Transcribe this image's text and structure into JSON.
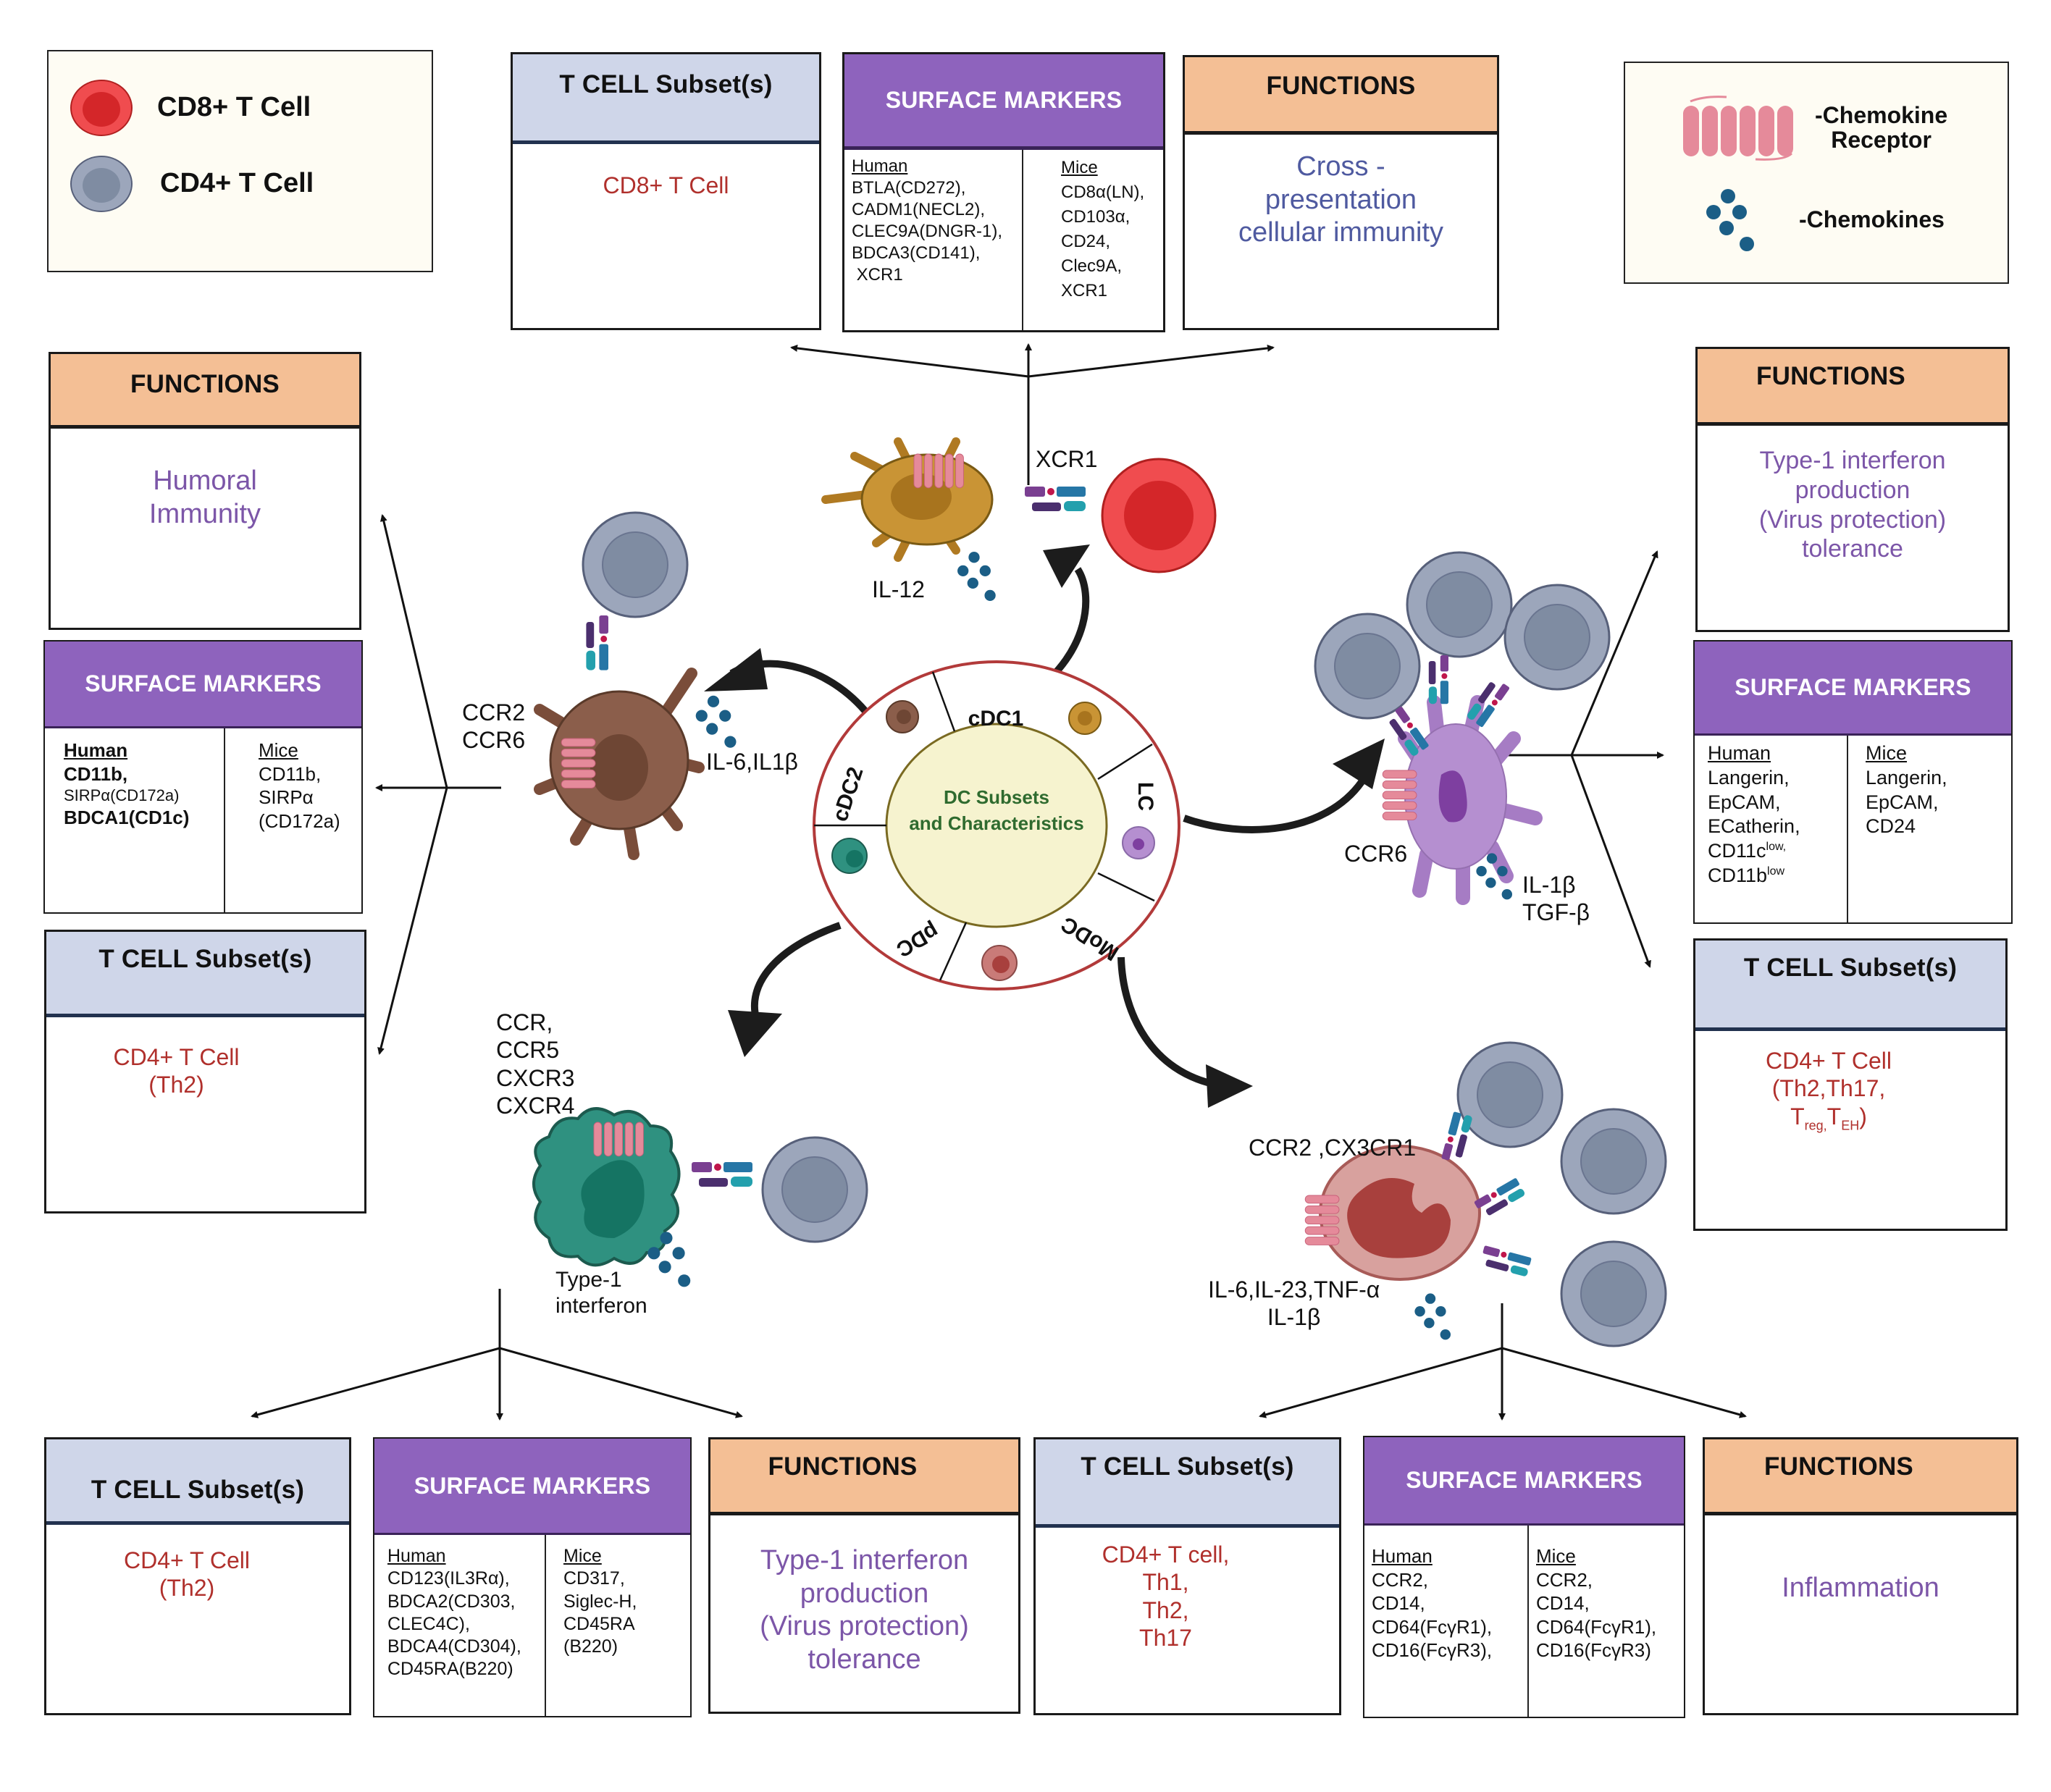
{
  "legend_tcells": {
    "items": [
      {
        "label": "CD8+ T Cell",
        "icon": "cd8-t-cell-icon",
        "color": "#f04c4f"
      },
      {
        "label": "CD4+ T Cell",
        "icon": "cd4-t-cell-icon",
        "color": "#9aa5bb"
      }
    ]
  },
  "legend_chemokines": {
    "items": [
      {
        "label": "-Chemokine\nReceptor",
        "icon": "chemokine-receptor-icon",
        "color": "#e58a9a"
      },
      {
        "label": "-Chemokines",
        "icon": "chemokine-dots-icon",
        "color": "#1b5e86"
      }
    ]
  },
  "headers": {
    "tcell": "T CELL Subset(s)",
    "surface_markers": "SURFACE MARKERS",
    "functions": "FUNCTIONS"
  },
  "center": {
    "title_line1": "DC Subsets",
    "title_line2": "and  Characteristics",
    "segments": [
      "cDC1",
      "LC",
      "MoDC",
      "pDC",
      "cDC2"
    ]
  },
  "subsets": {
    "cDC1": {
      "tcell": [
        "CD8+ T Cell"
      ],
      "markers": {
        "human_title": "Human",
        "human": [
          "BTLA(CD272),",
          "CADM1(NECL2),",
          "CLEC9A(DNGR-1),",
          "BDCA3(CD141),",
          " XCR1"
        ],
        "mice_title": "Mice",
        "mice": [
          "CD8α(LN),",
          "CD103α,",
          "CD24,",
          "Clec9A,",
          "XCR1"
        ]
      },
      "functions": [
        "Cross -",
        "presentation",
        "cellular immunity"
      ],
      "receptor_label": "XCR1",
      "cytokine_label": "IL-12"
    },
    "cDC2": {
      "tcell": [
        "CD4+ T Cell",
        "(Th2)"
      ],
      "markers": {
        "human_title": "Human",
        "human": [
          "CD11b,",
          "SIRPα(CD172a)",
          "BDCA1(CD1c)"
        ],
        "mice_title": "Mice",
        "mice": [
          "CD11b,",
          "SIRPα",
          "(CD172a)"
        ]
      },
      "functions": [
        "Humoral",
        "Immunity"
      ],
      "receptor_label": [
        "CCR2",
        "CCR6"
      ],
      "cytokine_label": "IL-6,IL1β"
    },
    "LC": {
      "tcell": [
        "CD4+ T Cell",
        "(Th2,Th17,"
      ],
      "tcell_sub": {
        "t1": "T",
        "s1": "reg,",
        "t2": "T",
        "s2": "EH",
        "end": ")"
      },
      "markers": {
        "human_title": "Human",
        "human": [
          "Langerin,",
          "EpCAM,",
          "ECatherin,",
          "CD11c",
          "CD11b"
        ],
        "human_sup": [
          "",
          "",
          "",
          "low,",
          "low"
        ],
        "mice_title": "Mice",
        "mice": [
          "Langerin,",
          "EpCAM,",
          "CD24"
        ]
      },
      "functions": [
        "Type-1 interferon",
        "production",
        "(Virus protection)",
        "tolerance"
      ],
      "receptor_label": "CCR6",
      "cytokine_label": [
        "IL-1β",
        "TGF-β"
      ]
    },
    "pDC": {
      "tcell": [
        "CD4+ T Cell",
        "(Th2)"
      ],
      "markers": {
        "human_title": "Human",
        "human": [
          "CD123(IL3Rα),",
          "BDCA2(CD303,",
          "CLEC4C),",
          "BDCA4(CD304),",
          "CD45RA(B220)"
        ],
        "mice_title": "Mice",
        "mice": [
          "CD317,",
          "Siglec-H,",
          "CD45RA",
          "(B220)"
        ]
      },
      "functions": [
        "Type-1 interferon",
        "production",
        "(Virus protection)",
        "tolerance"
      ],
      "receptor_label": [
        "CCR,",
        "CCR5",
        "CXCR3",
        "CXCR4"
      ],
      "cytokine_label": [
        "Type-1",
        "interferon"
      ]
    },
    "MoDC": {
      "tcell": [
        "CD4+ T cell,",
        "Th1,",
        "Th2,",
        "Th17"
      ],
      "markers": {
        "human_title": "Human",
        "human": [
          "CCR2,",
          "CD14,",
          "CD64(FcγR1),",
          "CD16(FcγR3),"
        ],
        "mice_title": "Mice",
        "mice": [
          "CCR2,",
          "CD14,",
          "CD64(FcγR1),",
          "CD16(FcγR3)"
        ]
      },
      "functions": [
        "Inflammation"
      ],
      "receptor_label": "CCR2 ,CX3CR1",
      "cytokine_label": [
        "IL-6,IL-23,TNF-α",
        "IL-1β"
      ]
    }
  },
  "colors": {
    "tcell_header": "#cfd6e9",
    "surface_markers_header": "#8e63bd",
    "functions_header": "#f4bf95",
    "tcell_text": "#b0302c",
    "function_text": "#7c56a8",
    "center_fill": "#f6f3cf",
    "center_text": "#2f6b2f",
    "ring_border": "#b23a3a",
    "cd8_cell": "#f04c4f",
    "cd4_cell": "#9aa5bb",
    "cdc1_cell": "#c99435",
    "cdc2_cell": "#8b5e4b",
    "lc_cell": "#b58fd0",
    "pdc_cell": "#2f9180",
    "modc_cell": "#c97b78",
    "chemokine": "#1b5e86",
    "receptor": "#e58a9a"
  }
}
